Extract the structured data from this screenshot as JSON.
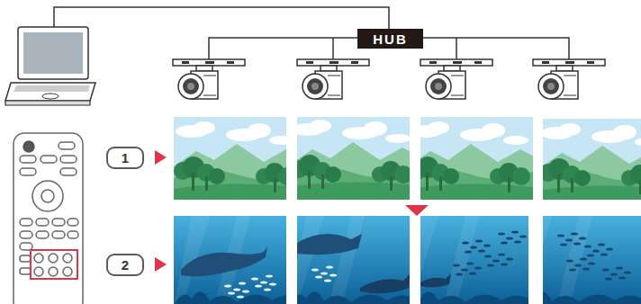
{
  "diagram": {
    "nodes": [
      {
        "text": [
          "HUB"
        ]
      },
      {
        "text": [
          "1"
        ]
      },
      {
        "text": [
          "2"
        ]
      }
    ]
  }
}
